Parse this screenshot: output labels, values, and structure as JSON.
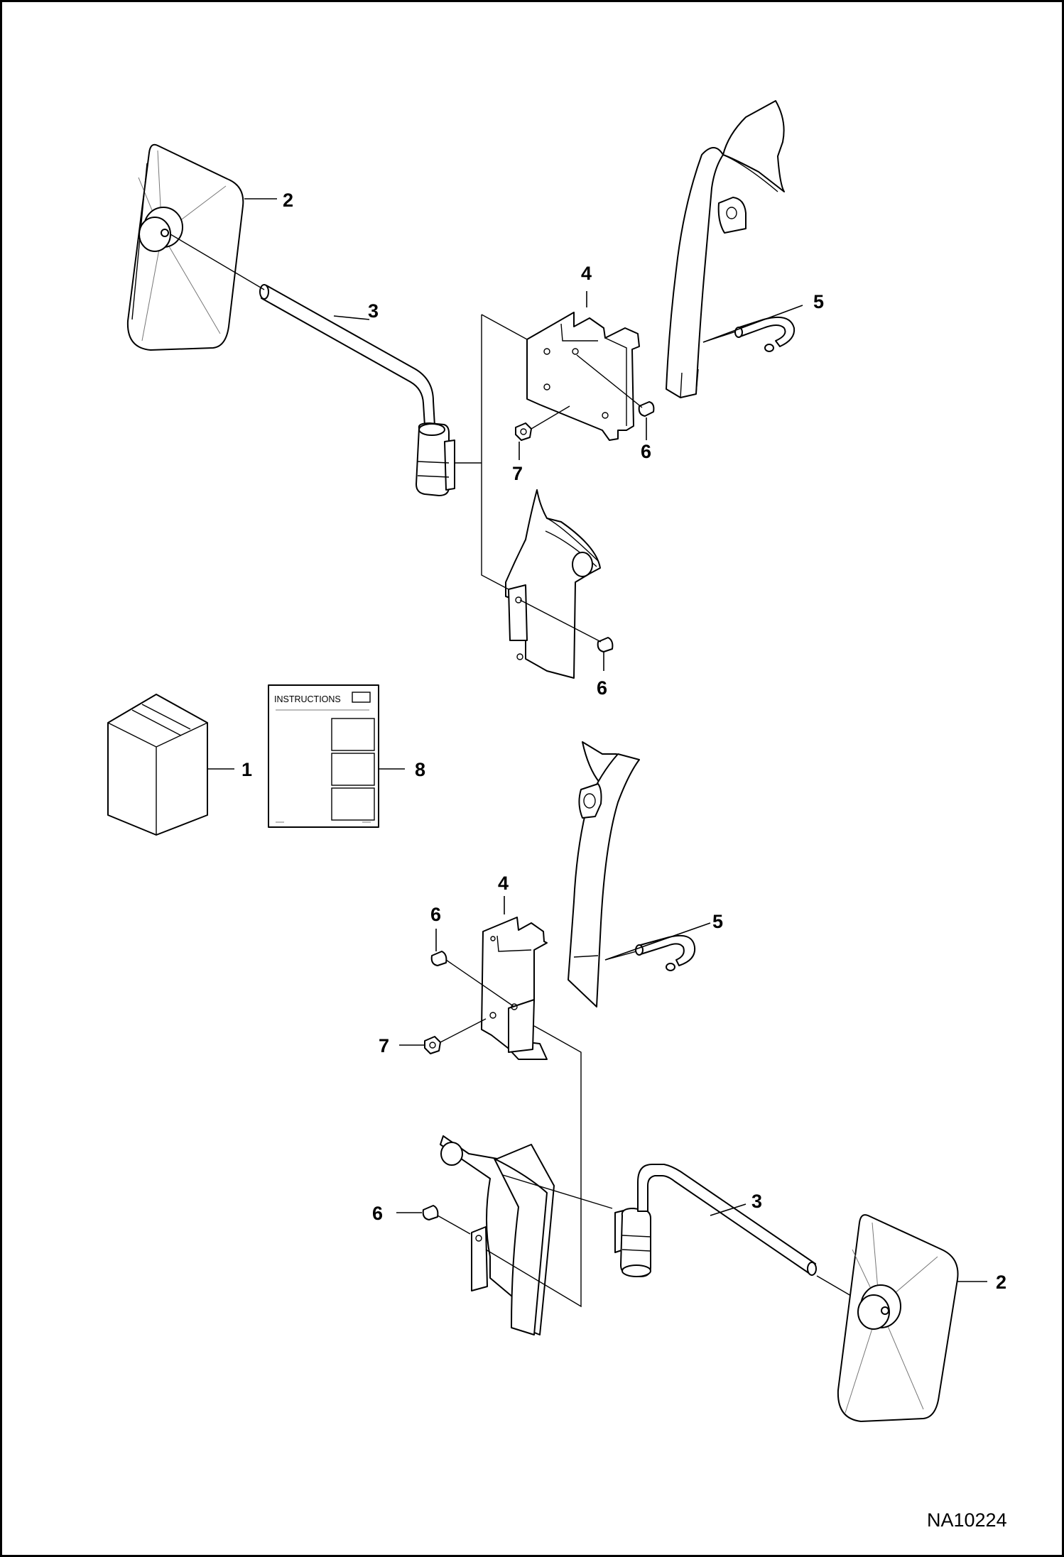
{
  "diagram": {
    "reference_code": "NA10224",
    "instructions_label": "INSTRUCTIONS",
    "callouts": [
      {
        "id": "c2a",
        "label": "2"
      },
      {
        "id": "c3a",
        "label": "3"
      },
      {
        "id": "c4a",
        "label": "4"
      },
      {
        "id": "c5a",
        "label": "5"
      },
      {
        "id": "c6a",
        "label": "6"
      },
      {
        "id": "c7a",
        "label": "7"
      },
      {
        "id": "c6b",
        "label": "6"
      },
      {
        "id": "c1",
        "label": "1"
      },
      {
        "id": "c8",
        "label": "8"
      },
      {
        "id": "c4b",
        "label": "4"
      },
      {
        "id": "c6c",
        "label": "6"
      },
      {
        "id": "c5b",
        "label": "5"
      },
      {
        "id": "c7b",
        "label": "7"
      },
      {
        "id": "c6d",
        "label": "6"
      },
      {
        "id": "c3b",
        "label": "3"
      },
      {
        "id": "c2b",
        "label": "2"
      }
    ]
  }
}
